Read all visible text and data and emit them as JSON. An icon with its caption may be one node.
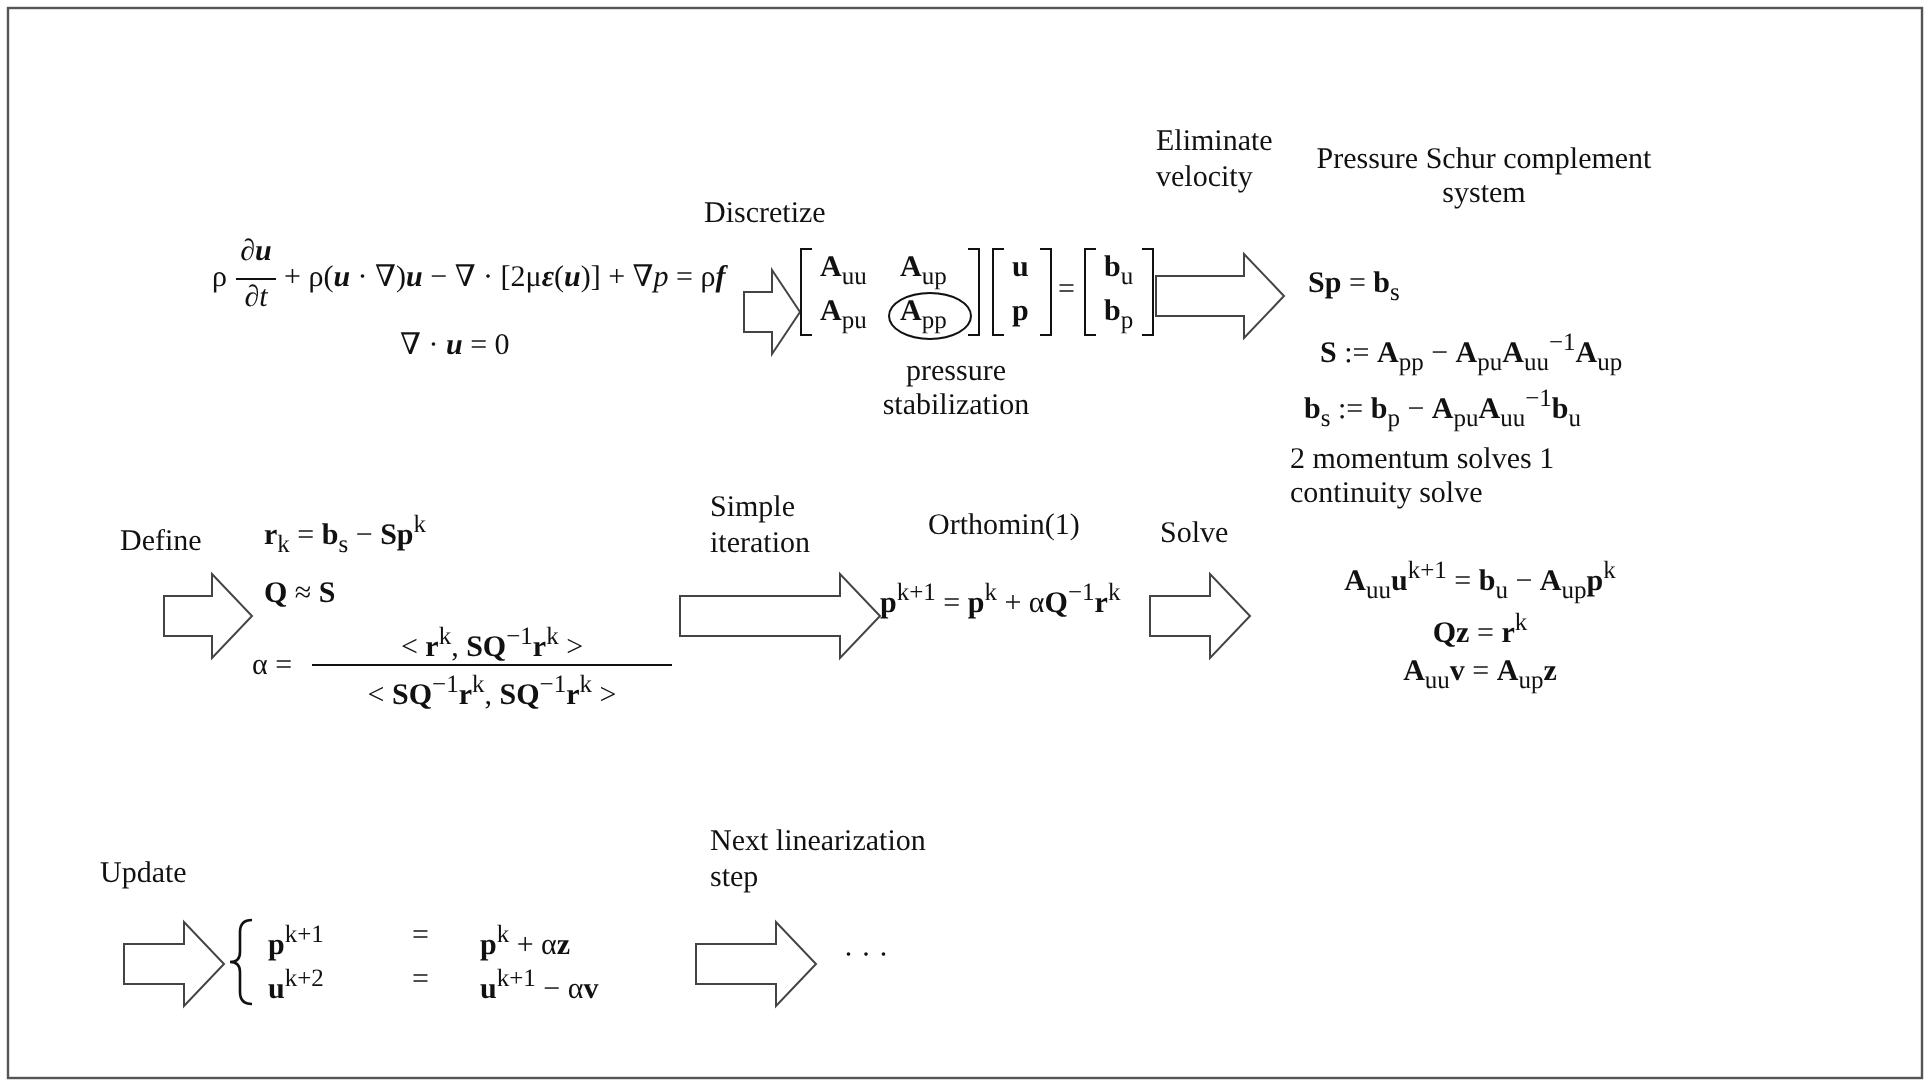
{
  "diagram": {
    "nodes": [
      {
        "text": [
          "ρ",
          "∂**u**",
          "∂*t*",
          "+ ρ(**u** · ∇)**u** − ∇ · [2μ**ε**(**u**)] + ∇*p* = ρ**f**",
          "∇ · **u** = 0"
        ]
      },
      {
        "text": [
          "**A**$_{uu}$",
          "**A**$_{up}$",
          "**A**$_{pu}$",
          "**A**$_{pp}$",
          "**u**",
          "**p**",
          "=",
          "**b**$_{u}$",
          "**b**$_{p}$"
        ],
        "beside": [
          "pressure stabilization"
        ]
      },
      {
        "text": [
          "Pressure Schur complement system",
          "**Sp** = **b**$_{s}$",
          "**S** := **A**$_{pp}$ − **A**$_{pu}$**A**$_{uu}$$^{−1}$**A**$_{up}$",
          "**b**$_{s}$ := **b**$_{p}$ − **A**$_{pu}$**A**$_{uu}$$^{−1}$**b**$_{u}$"
        ]
      },
      {
        "text": [
          "**r**$_{k}$ = **b**$_{s}$ − **Sp**$^{k}$",
          "**Q** ≈ **S**",
          "α =",
          "< **r**$^{k}$, **SQ**$^{−1}$**r**$^{k}$ >",
          "< **SQ**$^{−1}$**r**$^{k}$, **SQ**$^{−1}$**r**$^{k}$ >"
        ]
      },
      {
        "text": [
          "Orthomin(1)",
          "**p**$^{k+1}$ = **p**$^{k}$ + α**Q**$^{−1}$**r**$^{k}$"
        ]
      },
      {
        "text": [
          "2 momentum solves 1 continuity solve",
          "**A**$_{uu}$**u**$^{k+1}$ = **b**$_{u}$ − **A**$_{up}$**p**$^{k}$",
          "**Qz** = **r**$^{k}$",
          "**A**$_{uu}$**v** = **A**$_{up}$**z**"
        ]
      },
      {
        "text": [
          "**p**$^{k+1}$",
          "=",
          "**p**$^{k}$ + α**z**",
          "**u**$^{k+2}$",
          "=",
          "**u**$^{k+1}$ − α**v**"
        ]
      },
      {
        "text": [
          "· · ·"
        ]
      }
    ],
    "edges": [
      {
        "from": 0,
        "to": 1,
        "arrow": "to",
        "label": "Discretize"
      },
      {
        "from": 1,
        "to": 2,
        "arrow": "to",
        "label": "Eliminate velocity"
      },
      {
        "from": null,
        "to": 3,
        "arrow": "to",
        "label": "Define"
      },
      {
        "from": 3,
        "to": 4,
        "arrow": "to",
        "label": "Simple iteration"
      },
      {
        "from": 4,
        "to": 5,
        "arrow": "to",
        "label": "Solve"
      },
      {
        "from": null,
        "to": 6,
        "arrow": "to",
        "label": "Update"
      },
      {
        "from": 6,
        "to": 7,
        "arrow": "to",
        "label": "Next linearization step"
      }
    ]
  }
}
